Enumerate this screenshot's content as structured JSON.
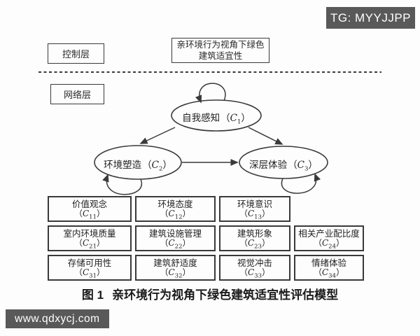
{
  "watermarks": {
    "tg_badge": "TG: MYYJJPP",
    "site_badge": "www.qdxycj.com"
  },
  "layers": {
    "control": "控制层",
    "network": "网络层"
  },
  "goal": {
    "line1": "亲环境行为视角下绿色",
    "line2": "建筑适宜性"
  },
  "symbols": {
    "paren_open": "（",
    "paren_close": "）",
    "code_letter": "C"
  },
  "nodes": [
    {
      "name": "自我感知",
      "sub": "1"
    },
    {
      "name": "环境塑造",
      "sub": "2"
    },
    {
      "name": "深层体验",
      "sub": "3"
    }
  ],
  "indicators": {
    "rows": [
      [
        {
          "name": "价值观念",
          "sub": "11"
        },
        {
          "name": "环境态度",
          "sub": "12"
        },
        {
          "name": "环境意识",
          "sub": "13"
        }
      ],
      [
        {
          "name": "室内环境质量",
          "sub": "21"
        },
        {
          "name": "建筑设施管理",
          "sub": "22"
        },
        {
          "name": "建筑形象",
          "sub": "23"
        },
        {
          "name": "相关产业配比度",
          "sub": "24"
        }
      ],
      [
        {
          "name": "存储可用性",
          "sub": "31"
        },
        {
          "name": "建筑舒适度",
          "sub": "32"
        },
        {
          "name": "视觉冲击",
          "sub": "33"
        },
        {
          "name": "情绪体验",
          "sub": "34"
        }
      ]
    ]
  },
  "caption": {
    "figure_label": "图 1",
    "title": "亲环境行为视角下绿色建筑适宜性评估模型"
  },
  "colors": {
    "badge_bg": "#595959",
    "line": "#3a3a3a"
  }
}
